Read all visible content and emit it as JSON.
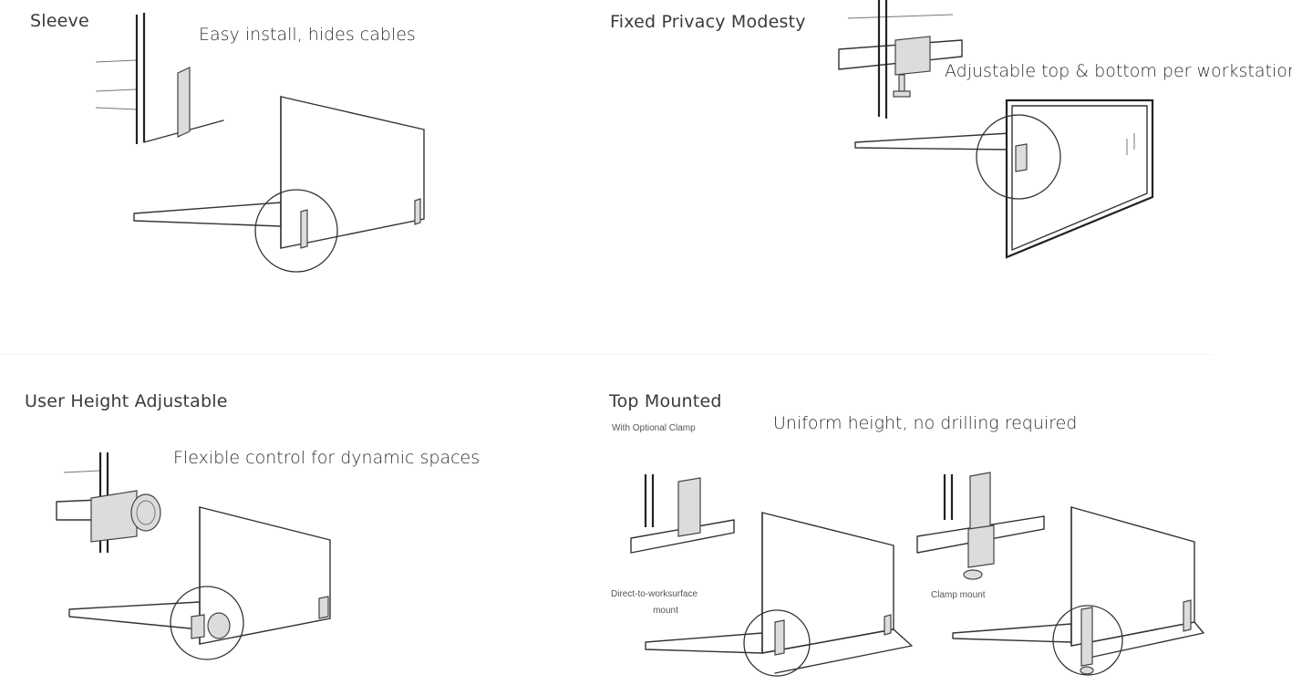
{
  "panels": {
    "sleeve": {
      "title": "Sleeve",
      "caption": "Easy install, hides cables"
    },
    "fixed_privacy": {
      "title": "Fixed Privacy Modesty",
      "caption": "Adjustable top & bottom per workstation"
    },
    "user_height": {
      "title": "User Height Adjustable",
      "caption": "Flexible control for dynamic spaces"
    },
    "top_mounted": {
      "title": "Top Mounted",
      "subtitle": "With Optional Clamp",
      "caption": "Uniform height, no drilling required",
      "label_direct_line1": "Direct-to-worksurface",
      "label_direct_line2": "mount",
      "label_clamp": "Clamp mount"
    }
  }
}
